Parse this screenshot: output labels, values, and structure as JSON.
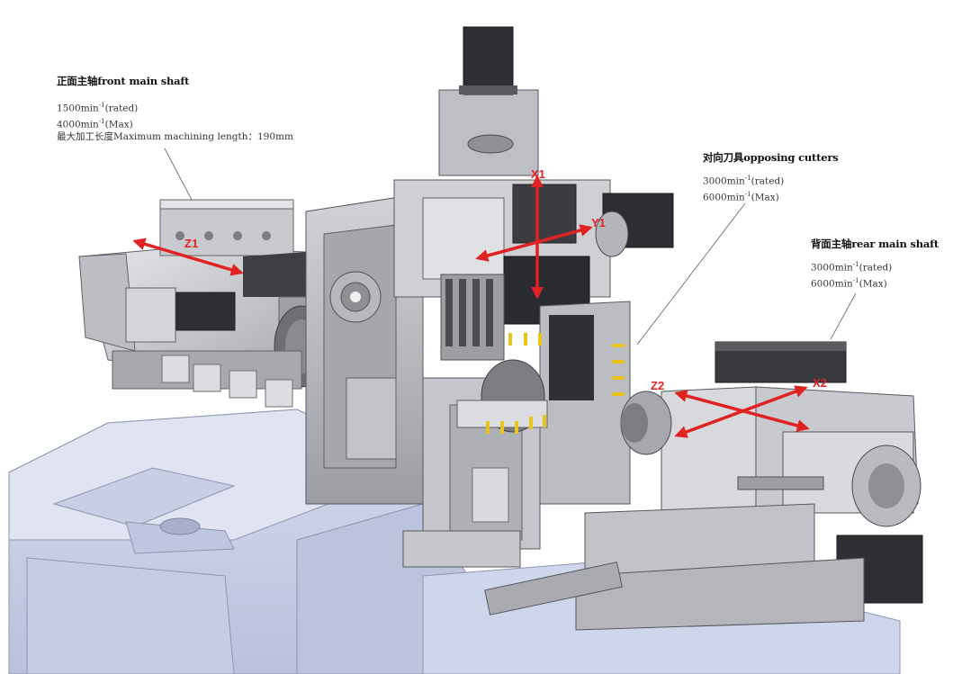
{
  "front_main_shaft": {
    "title": "正面主轴front main shaft",
    "speed_rated_value": "1500min",
    "speed_rated_suffix": "(rated)",
    "speed_max_value": "4000min",
    "speed_max_suffix": "(Max)",
    "superscript": "-1",
    "machining_length": "最大加工长度Maximum machining length：190mm"
  },
  "opposing_cutters": {
    "title": "对向刀具opposing cutters",
    "speed_rated_value": "3000min",
    "speed_rated_suffix": "(rated)",
    "speed_max_value": "6000min",
    "speed_max_suffix": "(Max)",
    "superscript": "-1"
  },
  "rear_main_shaft": {
    "title": "背面主轴rear main shaft",
    "speed_rated_value": "3000min",
    "speed_rated_suffix": "(rated)",
    "speed_max_value": "6000min",
    "speed_max_suffix": "(Max)",
    "superscript": "-1"
  },
  "axes": {
    "z1": "Z1",
    "x1": "X1",
    "y1": "Y1",
    "z2": "Z2",
    "x2": "X2"
  },
  "colors": {
    "axis_arrow": "#e02222",
    "machine_light": "#d9dadd",
    "machine_mid": "#b9bbc0",
    "machine_dark": "#7e8086",
    "base_blue": "#c9cfe6",
    "motor_dark": "#3a3b3e",
    "tool_yellow": "#e9c21c"
  }
}
